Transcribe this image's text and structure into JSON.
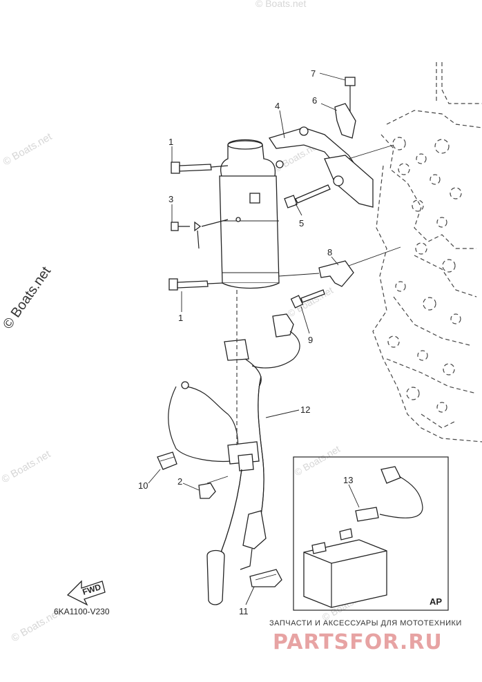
{
  "watermarks": [
    "© Boats.net",
    "© Boats.net",
    "© Boats.net",
    "© Boats.net",
    "© Boats.net",
    "© Boats.net",
    "© Boats.net",
    "© Boats.net"
  ],
  "main_watermark": "© Boats.net",
  "callouts": [
    "1",
    "1",
    "2",
    "3",
    "4",
    "5",
    "6",
    "7",
    "8",
    "9",
    "10",
    "11",
    "12",
    "13"
  ],
  "fwd_label": "FWD",
  "diagram_code": "6KA1100-V230",
  "ap_label": "AP",
  "footer": {
    "tagline": "ЗАПЧАСТИ И АКСЕССУАРЫ ДЛЯ МОТОТЕХНИКИ",
    "logo": "PARTSFOR.RU"
  }
}
